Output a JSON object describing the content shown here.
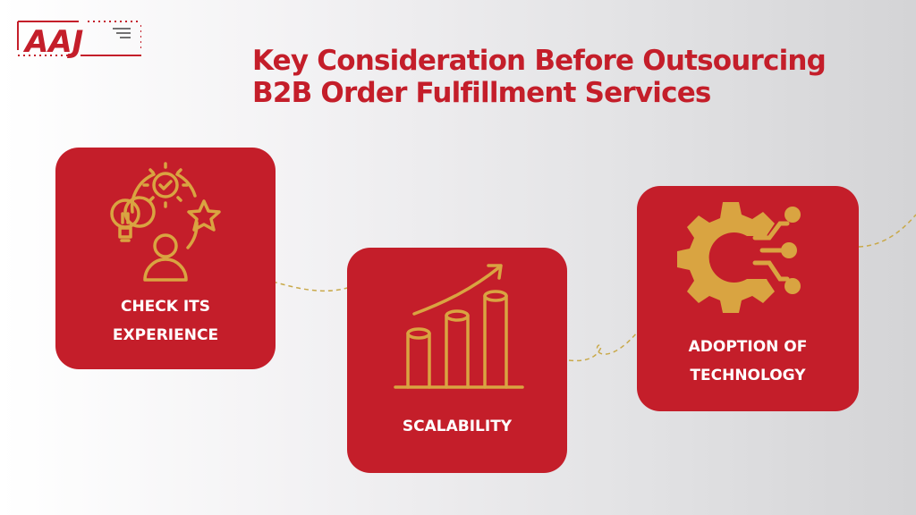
{
  "brand": {
    "logo_text": "AAJ",
    "primary_color": "#c41e2a",
    "accent_color": "#d9a441",
    "text_on_card_color": "#ffffff"
  },
  "header": {
    "title_line1": "Key Consideration Before Outsourcing",
    "title_line2": "B2B Order Fulfillment Services"
  },
  "cards": [
    {
      "label_line1": "CHECK ITS",
      "label_line2": "EXPERIENCE",
      "icon": "experience-icon"
    },
    {
      "label_line1": "SCALABILITY",
      "label_line2": "",
      "icon": "growth-chart-icon"
    },
    {
      "label_line1": "ADOPTION OF",
      "label_line2": "TECHNOLOGY",
      "icon": "tech-gear-icon"
    }
  ]
}
